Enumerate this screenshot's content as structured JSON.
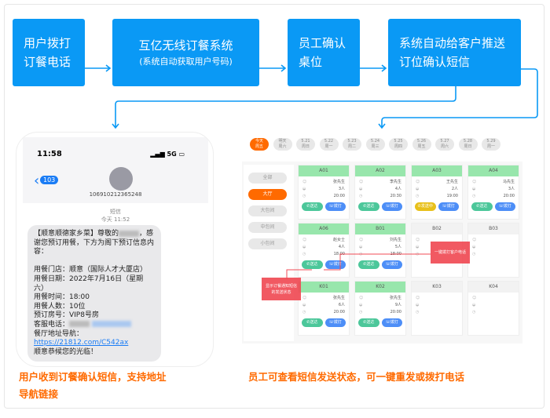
{
  "flow": {
    "step1": "用户拨打订餐电话",
    "step2_title": "互亿无线订餐系统",
    "step2_sub": "(系统自动获取用户号码)",
    "step3": "员工确认桌位",
    "step4": "系统自动给客户推送订位确认短信"
  },
  "phone": {
    "time": "11:58",
    "signal": "5G",
    "back_count": "103",
    "sender": "106910212365248",
    "msg_type": "短信",
    "msg_time": "今天 11:52",
    "lines": [
      "【顺意顺德家乡菜】尊敬的",
      "，感谢您预订用餐，下方为阁下预订信息内容：",
      "用餐门店：顺意（国际人才大厦店）",
      "用餐日期：2022年7月16日（星期六）",
      "用餐时间：18:00",
      "用餐人数：10位",
      "预订房号：VIP8号房",
      "客服电话：",
      "餐厅地址导航：",
      "https://21812.com/C542ax",
      "顺意恭候您的光临！"
    ]
  },
  "captions": {
    "left_1": "用户收到订餐确认短信，支持地址",
    "left_2": "导航链接",
    "right": "员工可查看短信发送状态，可一键重发或拨打电话"
  },
  "dates": [
    [
      "今天",
      "周五"
    ],
    [
      "明天",
      "周六"
    ],
    [
      "5.21",
      "周日"
    ],
    [
      "5.22",
      "周一"
    ],
    [
      "5.23",
      "周二"
    ],
    [
      "5.24",
      "周三"
    ],
    [
      "5.25",
      "周四"
    ],
    [
      "5.26",
      "周五"
    ],
    [
      "5.27",
      "周六"
    ],
    [
      "5.28",
      "周日"
    ],
    [
      "5.29",
      "周一"
    ]
  ],
  "areas": [
    "全部",
    "大厅",
    "大包间",
    "中包间",
    "小包间"
  ],
  "tables": [
    {
      "id": "A01",
      "name": "张先生",
      "people": "3人",
      "time": "20:00",
      "status": "送达",
      "call": "拨打"
    },
    {
      "id": "A02",
      "name": "李先生",
      "people": "4人",
      "time": "20:30",
      "status": "送达",
      "call": "拨打"
    },
    {
      "id": "A03",
      "name": "王先生",
      "people": "2人",
      "time": "19:00",
      "status": "发送中",
      "call": "拨打"
    },
    {
      "id": "A04",
      "name": "马先生",
      "people": "3人",
      "time": "20:00",
      "status": "送达",
      "call": "拨打"
    },
    {
      "id": "A06",
      "name": "赵女士",
      "people": "4人",
      "time": "18:00",
      "status": "送达",
      "call": "拨打"
    },
    {
      "id": "B01",
      "name": "刘先生",
      "people": "5人",
      "time": "18:00",
      "status": "送达",
      "call": "拨打"
    },
    {
      "id": "B02"
    },
    {
      "id": "B03"
    },
    {
      "id": "K01",
      "name": "张先生",
      "people": "6人",
      "time": "20:00",
      "status": "送达",
      "call": "拨打"
    },
    {
      "id": "K02",
      "name": "张先生",
      "people": "9人",
      "time": "20:00",
      "status": "送达",
      "call": "拨打"
    },
    {
      "id": "K03"
    },
    {
      "id": "K04"
    }
  ],
  "notes": {
    "call": "一键拨打客户电话",
    "status": "显示订餐通知短信的发送状态"
  },
  "colors": {
    "flow": "#0a99f5",
    "accent": "#ff6a00",
    "booked": "#98e6ac",
    "note": "#f04b55"
  }
}
